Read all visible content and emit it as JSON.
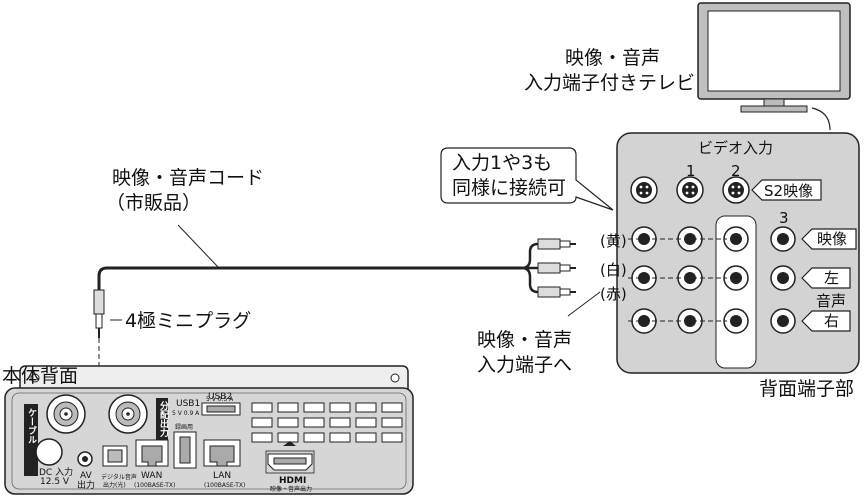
{
  "tv": {
    "caption_line1": "映像・音声",
    "caption_line2": "入力端子付きテレビ"
  },
  "tv_back_panel": {
    "title": "ビデオ入力",
    "col1": "1",
    "col2": "2",
    "col3": "3",
    "s2_label": "S2映像",
    "video_label": "映像",
    "left_label": "左",
    "audio_label": "音声",
    "right_label": "右",
    "caption": "背面端子部"
  },
  "callout": {
    "line1": "入力1や3も",
    "line2": "同様に接続可"
  },
  "plugs": {
    "yellow": "(黄)",
    "white": "(白)",
    "red": "(赤)"
  },
  "cable": {
    "name_line1": "映像・音声コード",
    "name_line2": "（市販品）",
    "plug_label": "4極ミニプラグ",
    "to_line1": "映像・音声",
    "to_line2": "入力端子へ"
  },
  "unit": {
    "caption": "本体背面",
    "cable_label": "ケーブル",
    "split_out_label": "分配出力",
    "dc_in": "DC 入力",
    "dc_volt": "12.5 V",
    "av_out_line1": "AV",
    "av_out_line2": "出力",
    "digital_audio_line1": "デジタル音声",
    "digital_audio_line2": "出力(光)",
    "wan": "WAN",
    "wan_sub": "(100BASE-TX)",
    "usb1": "USB1",
    "usb1_spec": "5 V 0.9 A",
    "usb2": "USB2",
    "usb2_spec": "5 V 0.5 A",
    "rec_label": "録画用",
    "lan": "LAN",
    "lan_sub": "(100BASE-TX)",
    "hdmi": "HDMI",
    "hdmi_sub": "映像・音声出力"
  }
}
